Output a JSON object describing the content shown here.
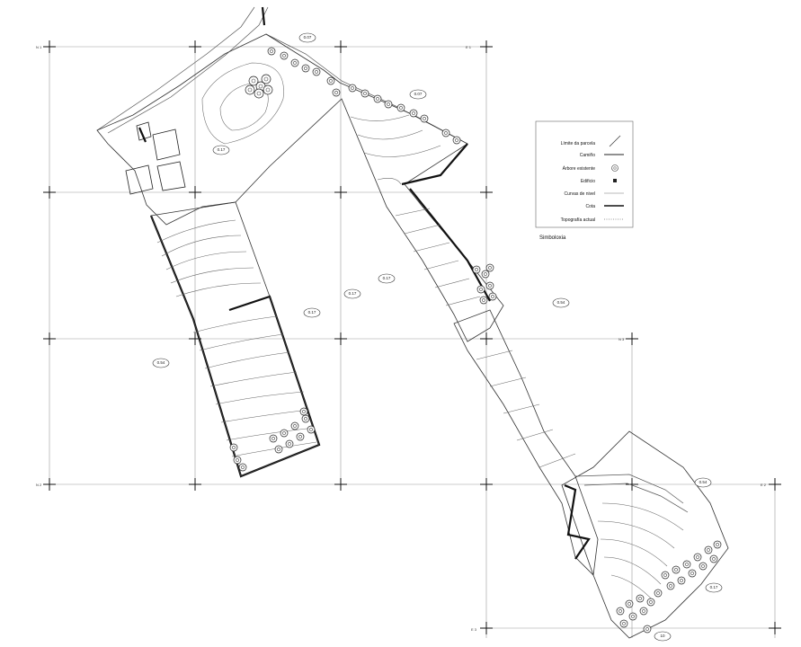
{
  "drawing": {
    "legend": {
      "title": "Simboloxia",
      "rows": [
        {
          "label": "Topografía actual",
          "symbol": "none"
        },
        {
          "label": "Límite da parcela",
          "symbol": "arrow"
        },
        {
          "label": "Árbore existente",
          "symbol": "tree"
        },
        {
          "label": "Edificio",
          "symbol": "square"
        },
        {
          "label": "Curvas de nivel",
          "symbol": "thin-line"
        },
        {
          "label": "Camiño",
          "symbol": "line"
        },
        {
          "label": "Cota",
          "symbol": "thick-line"
        }
      ]
    },
    "parcel_tags": [
      "0.07",
      "0.07",
      "0.17",
      "0.17",
      "0.17",
      "0.17",
      "0.54",
      "0.54",
      "0.54",
      "0.17",
      "10"
    ],
    "coord_marks": [
      "N 1",
      "N 2",
      "N 3",
      "E 1",
      "E 2",
      "E 3"
    ]
  }
}
